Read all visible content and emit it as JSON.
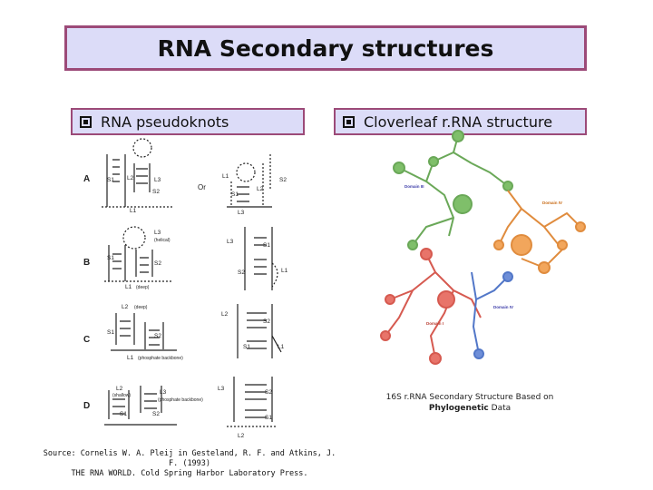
{
  "slide": {
    "title": "RNA Secondary structures",
    "left_heading": "RNA pseudoknots",
    "right_heading": "Cloverleaf r.RNA structure",
    "caption_line1": "16S r.RNA Secondary Structure Based on",
    "caption_word_bold": "Phylogenetic",
    "caption_word_end": "Data",
    "source_line1": "Source: Cornelis W. A. Pleij in Gesteland, R. F. and Atkins, J. F. (1993)",
    "source_line2": "THE RNA WORLD. Cold Spring Harbor Laboratory Press."
  },
  "pseudoknots": {
    "panels": [
      "A",
      "B",
      "C",
      "D"
    ],
    "or_label": "Or",
    "a_labels": [
      "S1",
      "L2",
      "L3",
      "S2",
      "L1"
    ],
    "a_right_labels": [
      "L1",
      "S2",
      "S1",
      "L2",
      "L3"
    ],
    "b_labels": [
      "L3",
      "(helical)",
      "S1",
      "S2",
      "L1",
      "(deep)"
    ],
    "b_right_labels": [
      "L3",
      "S1",
      "S2",
      "L1"
    ],
    "c_labels": [
      "L2",
      "(deep)",
      "S1",
      "S2",
      "L1",
      "(phosphate backbone)"
    ],
    "c_right_labels": [
      "L2",
      "S2",
      "S1",
      "L1"
    ],
    "d_labels": [
      "L2",
      "(shallow)",
      "L3",
      "(phosphate backbone)",
      "S1",
      "S2"
    ],
    "d_right_labels": [
      "L3",
      "S2",
      "S1",
      "L2"
    ]
  },
  "cloverleaf": {
    "domain_labels": [
      "Domain III",
      "Domain IV",
      "Domain I",
      "Domain IV"
    ],
    "colors": {
      "green": "#7fbf6a",
      "orange": "#f2a65c",
      "red": "#e8746a",
      "blue": "#6f8fd8"
    }
  }
}
